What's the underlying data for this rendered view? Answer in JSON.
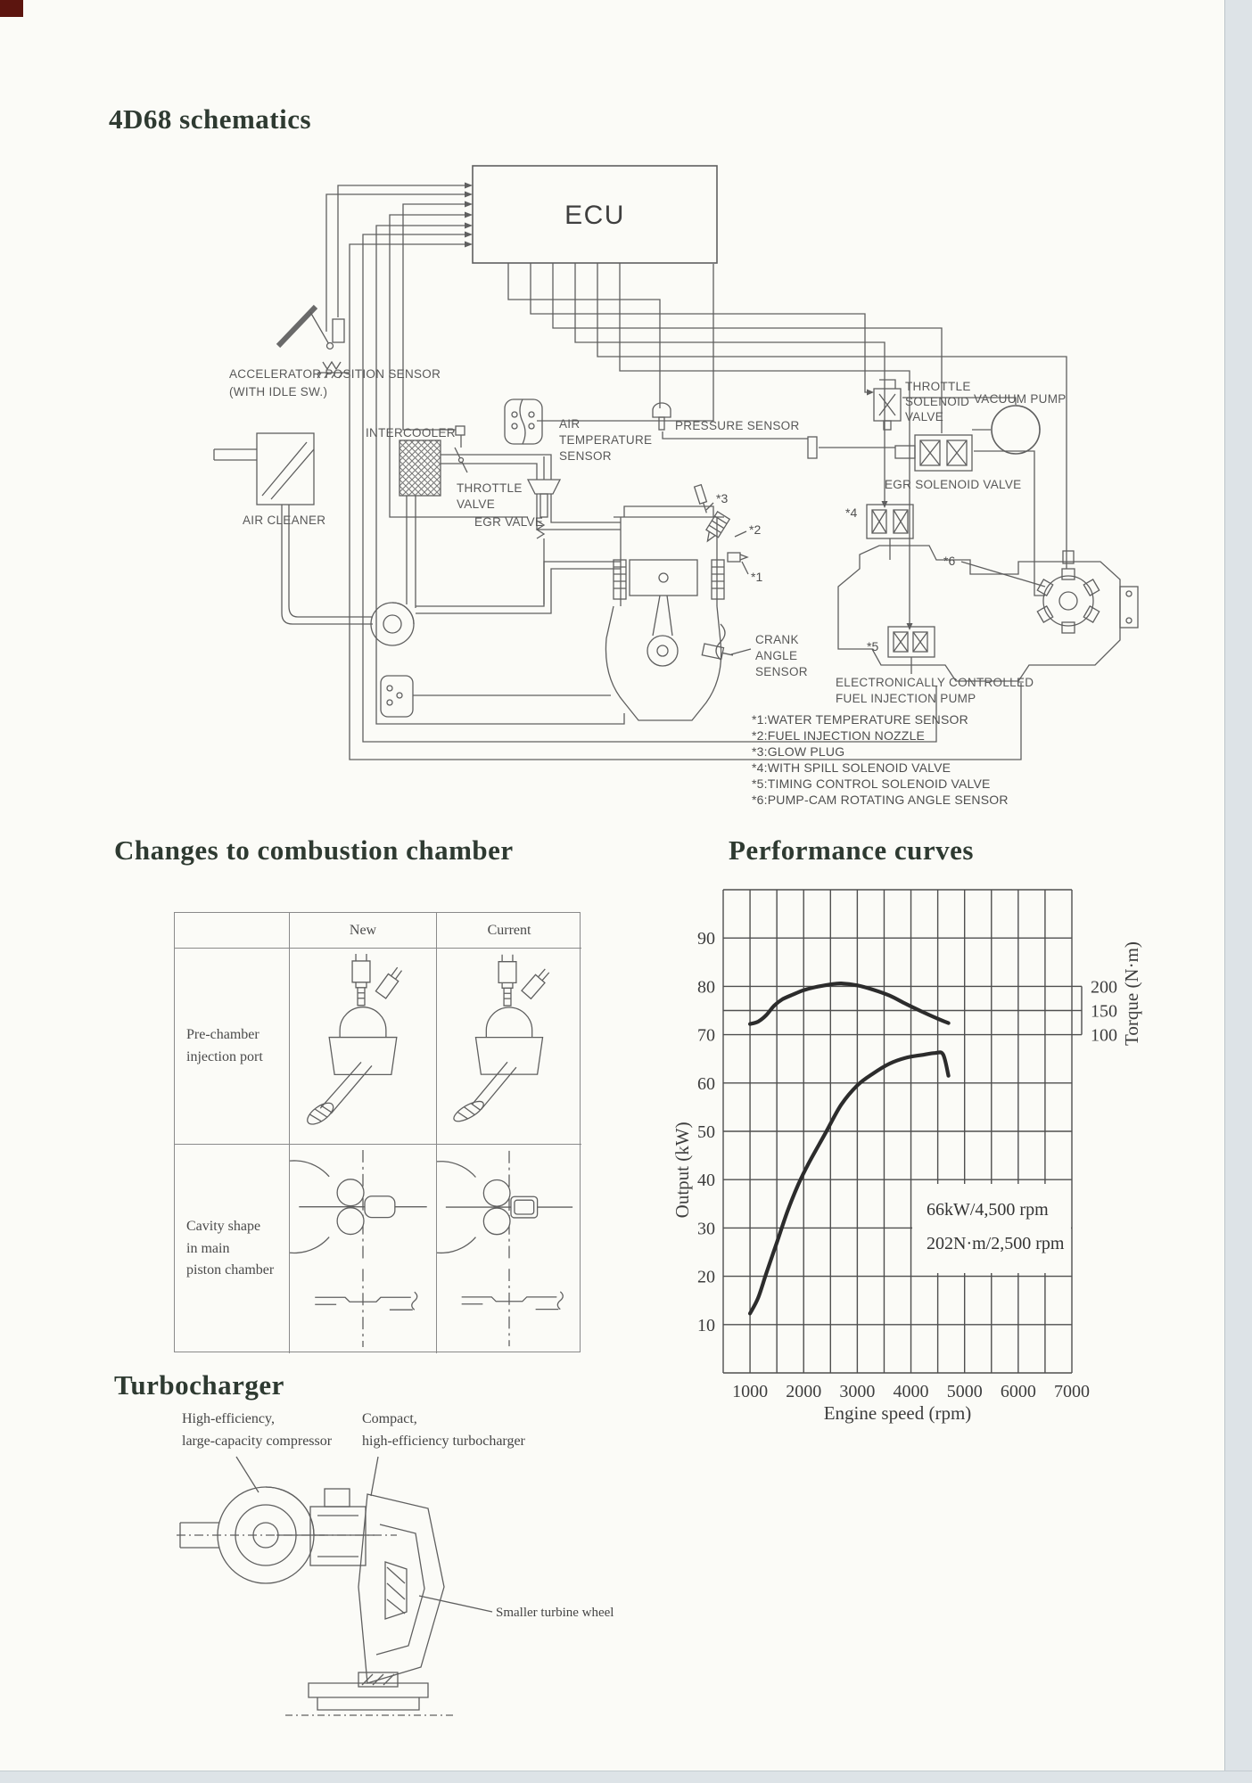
{
  "sections": {
    "schematics": {
      "heading": "4D68 schematics"
    },
    "combustion": {
      "heading": "Changes to combustion chamber"
    },
    "performance": {
      "heading": "Performance curves"
    },
    "turbo": {
      "heading": "Turbocharger"
    }
  },
  "schematic": {
    "ecu": "ECU",
    "labels": {
      "accelerator": [
        "ACCELERATOR POSITION SENSOR",
        "(WITH IDLE SW.)"
      ],
      "intercooler": "INTERCOOLER",
      "air_temp": [
        "AIR",
        "TEMPERATURE",
        "SENSOR"
      ],
      "throttle_valve": [
        "THROTTLE",
        "VALVE"
      ],
      "egr_valve": "EGR VALVE",
      "air_cleaner": "AIR CLEANER",
      "pressure_sensor": "PRESSURE SENSOR",
      "throttle_solenoid": [
        "THROTTLE",
        "SOLENOID",
        "VALVE"
      ],
      "vacuum_pump": "VACUUM PUMP",
      "egr_solenoid": "EGR SOLENOID VALVE",
      "crank_angle": [
        "CRANK",
        "ANGLE",
        "SENSOR"
      ],
      "injection_pump": [
        "ELECTRONICALLY CONTROLLED",
        "FUEL INJECTION PUMP"
      ]
    },
    "markers": {
      "m1": "*1",
      "m2": "*2",
      "m3": "*3",
      "m4": "*4",
      "m5": "*5",
      "m6": "*6"
    },
    "footnotes": [
      "*1:WATER TEMPERATURE SENSOR",
      "*2:FUEL INJECTION NOZZLE",
      "*3:GLOW PLUG",
      "*4:WITH SPILL SOLENOID VALVE",
      "*5:TIMING CONTROL SOLENOID VALVE",
      "*6:PUMP-CAM ROTATING ANGLE SENSOR"
    ]
  },
  "combustion_table": {
    "col_headers": [
      "New",
      "Current"
    ],
    "row_labels": [
      [
        "Pre-chamber",
        "injection port"
      ],
      [
        "Cavity shape",
        "in main",
        "piston chamber"
      ]
    ]
  },
  "turbo": {
    "labels": {
      "compressor": [
        "High-efficiency,",
        "large-capacity compressor"
      ],
      "turbocharger": [
        "Compact,",
        "high-efficiency turbocharger"
      ],
      "turbine_wheel": "Smaller turbine wheel"
    }
  },
  "chart_data": {
    "type": "line",
    "title": "Performance curves",
    "xlabel": "Engine speed (rpm)",
    "ylabel_left": "Output (kW)",
    "ylabel_right": "Torque (N·m)",
    "xlim": [
      500,
      7000
    ],
    "x_gridline_step": 500,
    "x_tick_labels": [
      1000,
      2000,
      3000,
      4000,
      5000,
      6000,
      7000
    ],
    "ylim_output": [
      0,
      100
    ],
    "y_gridline_step": 10,
    "extra_y_gridlines_output": [
      75
    ],
    "y_tick_labels_output": [
      10,
      20,
      30,
      40,
      50,
      60,
      70,
      80,
      90
    ],
    "right_axis": {
      "tick_labels": [
        200,
        150,
        100
      ],
      "output_scale_positions": [
        80,
        75,
        70
      ]
    },
    "grid": true,
    "legend": "none",
    "series": [
      {
        "name": "Torque",
        "unit": "N·m",
        "axis": "right",
        "x": [
          1000,
          1150,
          1300,
          1450,
          1600,
          1800,
          2000,
          2200,
          2500,
          2700,
          3000,
          3300,
          3600,
          3900,
          4200,
          4500,
          4700
        ],
        "values": [
          122,
          127,
          140,
          160,
          173,
          183,
          192,
          198,
          204,
          206,
          202,
          193,
          181,
          164,
          148,
          133,
          124
        ]
      },
      {
        "name": "Output",
        "unit": "kW",
        "axis": "left",
        "x": [
          1000,
          1150,
          1300,
          1500,
          1700,
          1900,
          2100,
          2400,
          2700,
          3000,
          3300,
          3600,
          3900,
          4200,
          4450,
          4600,
          4700
        ],
        "values": [
          12.3,
          15.5,
          20.5,
          27,
          33.5,
          39,
          43.5,
          49.5,
          55.5,
          59.5,
          62,
          64,
          65.2,
          65.8,
          66.2,
          65.9,
          61.5
        ]
      }
    ],
    "annotations": [
      "66kW/4,500 rpm",
      "202N·m/2,500 rpm"
    ],
    "peak_output": "66kW/4,500 rpm",
    "peak_torque": "202N·m/2,500 rpm"
  },
  "colors": {
    "paper": "#fbfbf7",
    "heading": "#2e3a31",
    "line": "#5f5f5f",
    "curve": "#2c2c2c",
    "edge_band": "#dde3e7",
    "corner_mark": "#5c150f"
  }
}
